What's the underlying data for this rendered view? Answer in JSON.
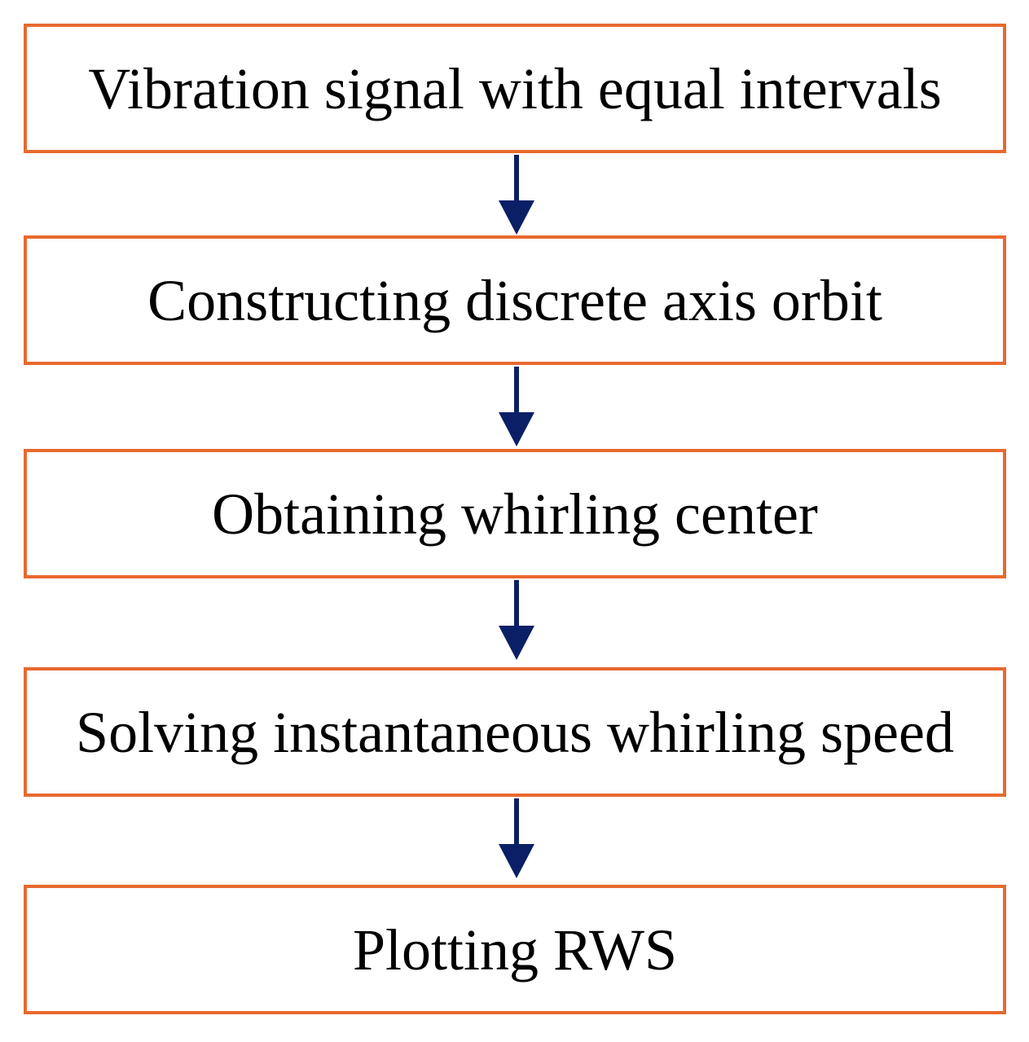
{
  "flowchart": {
    "steps": [
      {
        "label": "Vibration signal with equal intervals"
      },
      {
        "label": "Constructing discrete axis orbit"
      },
      {
        "label": "Obtaining whirling center"
      },
      {
        "label": "Solving instantaneous whirling speed"
      },
      {
        "label": "Plotting RWS"
      }
    ],
    "colors": {
      "box_border": "#E8692E",
      "arrow": "#0B1F66",
      "text": "#000000",
      "background": "#FFFFFF"
    }
  }
}
